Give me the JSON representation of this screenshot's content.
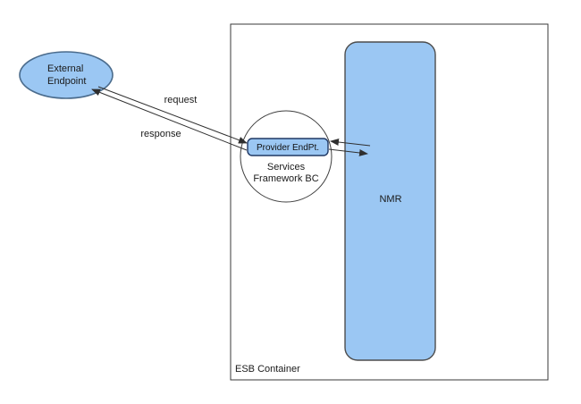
{
  "shapes": {
    "external_endpoint": {
      "label_line1": "External",
      "label_line2": "Endpoint"
    },
    "provider_endpoint": {
      "label": "Provider EndPt."
    },
    "services_framework": {
      "label_line1": "Services",
      "label_line2": "Framework BC"
    },
    "nmr": {
      "label": "NMR"
    },
    "esb_container": {
      "label": "ESB Container"
    }
  },
  "arrows": {
    "request": {
      "label": "request",
      "from": "External Endpoint",
      "to": "Provider EndPt."
    },
    "response": {
      "label": "response",
      "from": "Provider EndPt.",
      "to": "External Endpoint"
    },
    "provider_to_nmr": {
      "label": "",
      "from": "Provider EndPt.",
      "to": "NMR"
    },
    "nmr_to_provider": {
      "label": "",
      "from": "NMR",
      "to": "Provider EndPt."
    }
  },
  "colors": {
    "shape_fill": "#9BC7F3",
    "ellipse_stroke": "#4a6b8c",
    "provider_stroke": "#203864",
    "nmr_stroke": "#4d4d4d",
    "container_stroke": "#3a3a3a",
    "line_color": "#2f2f2f",
    "text_color": "#1a1a1a",
    "background": "#ffffff"
  }
}
